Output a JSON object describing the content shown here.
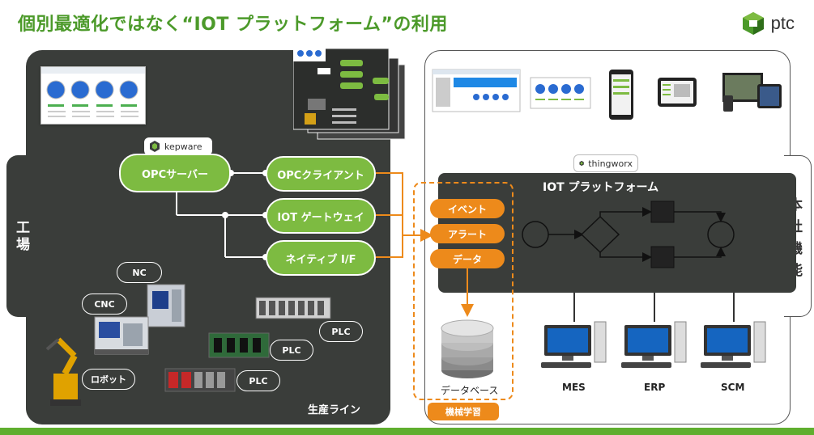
{
  "header": {
    "title": "個別最適化ではなく“IOT プラットフォーム”の利用",
    "logo_text": "ptc"
  },
  "factory": {
    "label": "工場",
    "production_line_label": "生産ライン",
    "kepware_label": "kepware",
    "opc_server": "OPCサーバー",
    "opc_client": "OPCクライアント",
    "iot_gateway": "IOT ゲートウェイ",
    "native_if": "ネイティブ I/F",
    "devices": {
      "nc": "NC",
      "cnc": "CNC",
      "robot": "ロボット",
      "plc1": "PLC",
      "plc2": "PLC",
      "plc3": "PLC"
    }
  },
  "flow": {
    "event": "イベント",
    "alarm": "アラート",
    "data": "データ",
    "database": "データベース",
    "machine_learning": "機械学習"
  },
  "hq": {
    "label": "本社機能",
    "thingworx_label": "thingworx",
    "platform_title": "IOT プラットフォーム",
    "clients": {
      "mes": "MES",
      "erp": "ERP",
      "scm": "SCM"
    }
  },
  "colors": {
    "title_green": "#4c9a2a",
    "pill_green": "#7dbb41",
    "accent_orange": "#ed8a1b",
    "panel_dark": "#3a3d3a"
  }
}
